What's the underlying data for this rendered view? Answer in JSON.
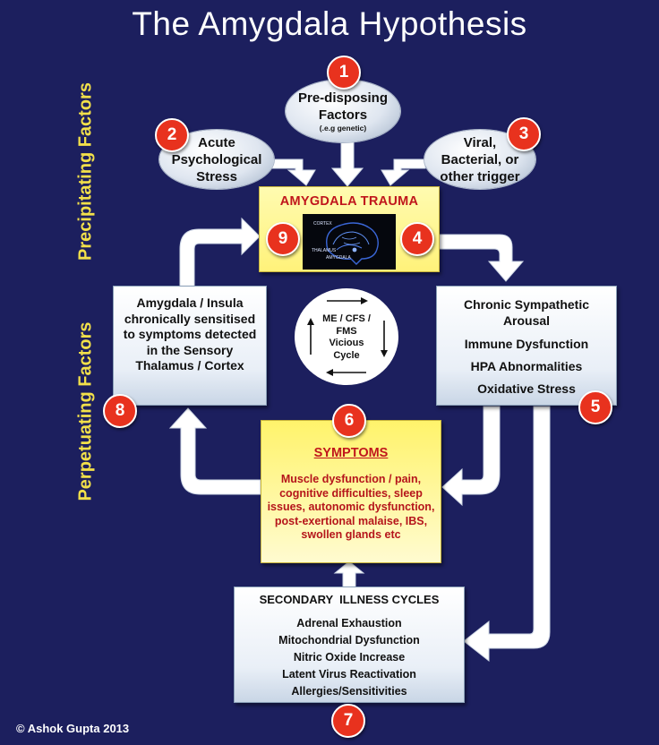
{
  "title": "The Amygdala Hypothesis",
  "side_labels": {
    "precipitating": "Precipitating Factors",
    "perpetuating": "Perpetuating Factors"
  },
  "predisposing": {
    "number": "1",
    "line1": "Pre-disposing",
    "line2": "Factors",
    "note": "(.e.g genetic)"
  },
  "acute_stress": {
    "number": "2",
    "lines": [
      "Acute",
      "Psychological",
      "Stress"
    ]
  },
  "trigger": {
    "number": "3",
    "lines": [
      "Viral,",
      "Bacterial, or",
      "other trigger"
    ]
  },
  "trauma": {
    "title": "AMYGDALA TRAUMA",
    "left_number": "9",
    "right_number": "4",
    "brain_labels": [
      "CORTEX",
      "THALAMUS",
      "AMYGDALA"
    ]
  },
  "sympathetic": {
    "number": "5",
    "items": [
      "Chronic Sympathetic Arousal",
      "Immune Dysfunction",
      "HPA Abnormalities",
      "Oxidative Stress"
    ]
  },
  "amygdala_insula": {
    "number": "8",
    "text": "Amygdala / Insula chronically sensitised to symptoms detected in the Sensory Thalamus / Cortex"
  },
  "vicious_cycle": {
    "lines": [
      "ME / CFS /",
      "FMS",
      "Vicious",
      "Cycle"
    ]
  },
  "symptoms": {
    "number": "6",
    "title": "SYMPTOMS",
    "text": "Muscle dysfunction / pain, cognitive difficulties, sleep issues, autonomic dysfunction, post-exertional malaise, IBS, swollen glands etc"
  },
  "secondary": {
    "number": "7",
    "title": "SECONDARY  ILLNESS CYCLES",
    "items": [
      "Adrenal Exhaustion",
      "Mitochondrial Dysfunction",
      "Nitric Oxide Increase",
      "Latent Virus Reactivation",
      "Allergies/Sensitivities"
    ]
  },
  "copyright": "© Ashok Gupta 2013",
  "colors": {
    "background": "#1c1f5e",
    "badge": "#e8321e",
    "side_label": "#f2e04a",
    "trauma_title": "#c0161c",
    "arrow": "#ffffff"
  }
}
